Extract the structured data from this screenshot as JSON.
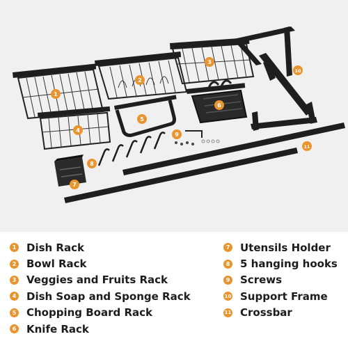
{
  "callout_color": "#e8952f",
  "parts": [
    {
      "number": "1",
      "label": "Dish Rack"
    },
    {
      "number": "2",
      "label": "Bowl Rack"
    },
    {
      "number": "3",
      "label": "Veggies and Fruits Rack"
    },
    {
      "number": "4",
      "label": "Dish Soap and Sponge Rack"
    },
    {
      "number": "5",
      "label": "Chopping Board Rack"
    },
    {
      "number": "6",
      "label": "Knife Rack"
    },
    {
      "number": "7",
      "label": "Utensils Holder"
    },
    {
      "number": "8",
      "label": "5 hanging hooks"
    },
    {
      "number": "9",
      "label": "Screws"
    },
    {
      "number": "10",
      "label": "Support Frame"
    },
    {
      "number": "11",
      "label": "Crossbar"
    }
  ]
}
